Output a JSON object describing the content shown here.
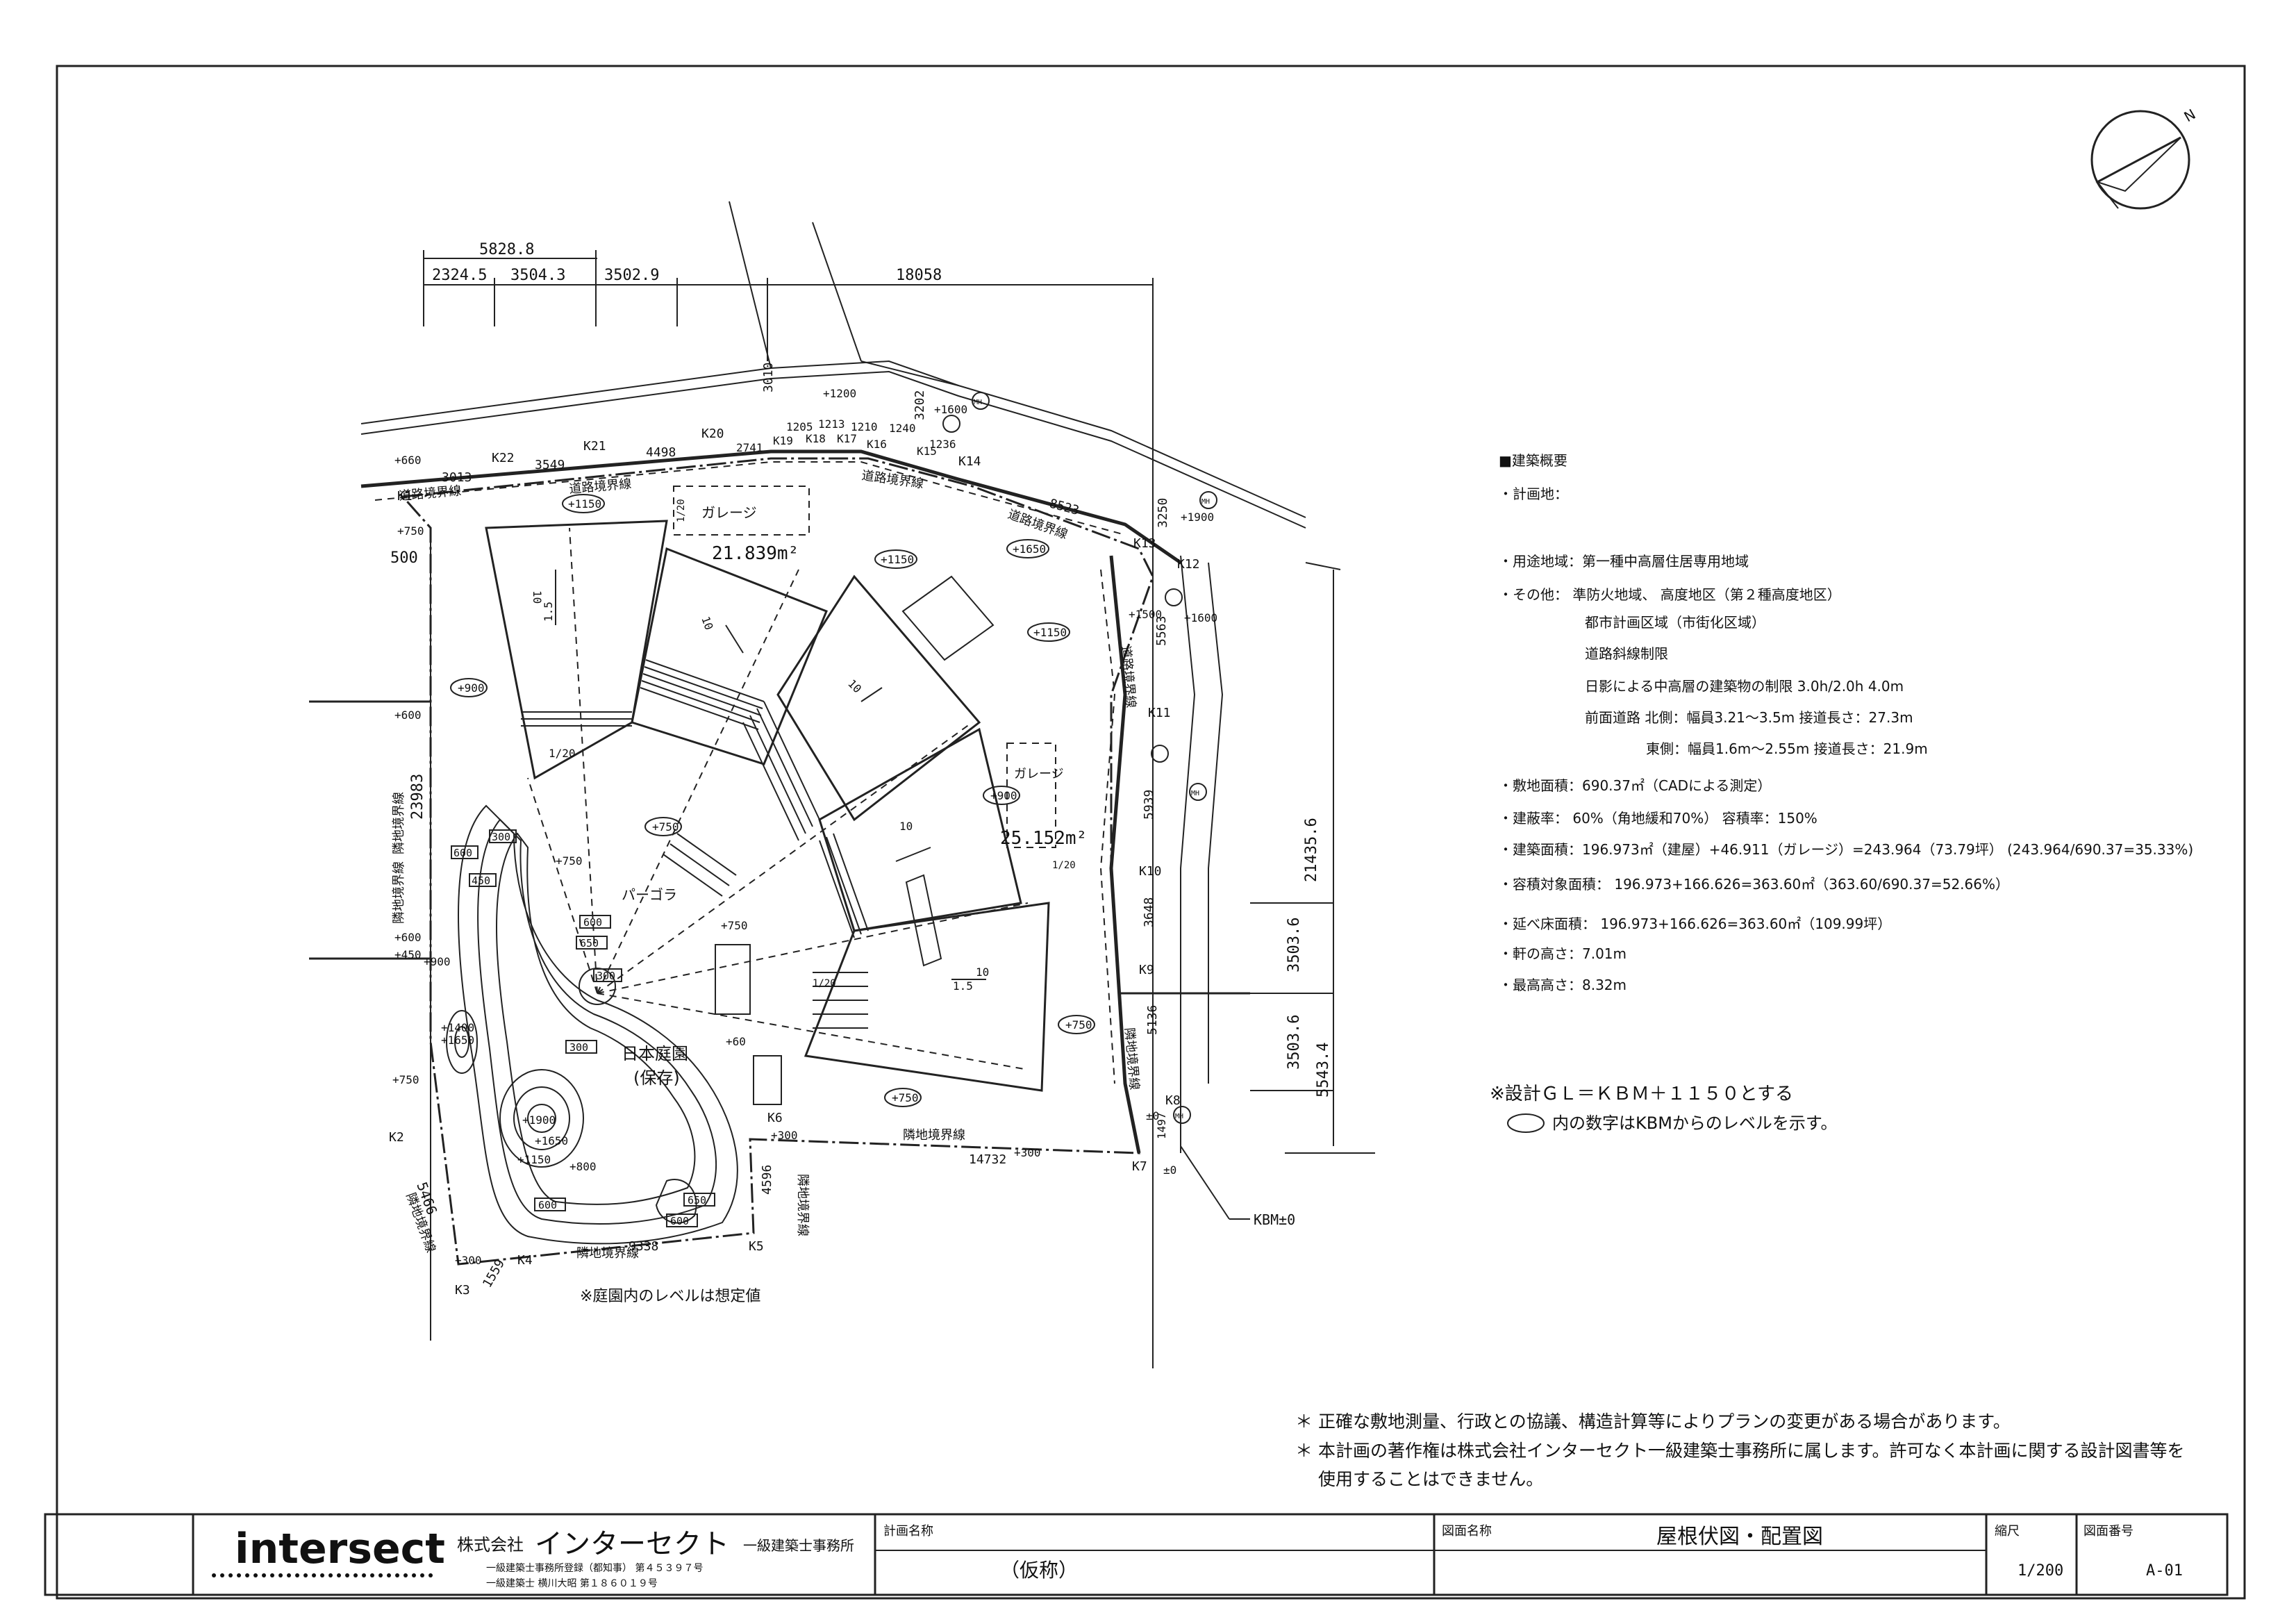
{
  "plan": {
    "dim_top": [
      "5828.8",
      "2324.5",
      "3504.3",
      "3502.9",
      "18058"
    ],
    "dim_right": [
      "21435.6",
      "3503.6",
      "3503.6",
      "5543.4"
    ],
    "dim_left": [
      "23983",
      "500",
      "5466"
    ],
    "road_dims": [
      "3010",
      "3202",
      "3250",
      "5563",
      "5939",
      "3648",
      "5136",
      "1497"
    ],
    "segment_dims": [
      "3013",
      "3549",
      "4498",
      "2741",
      "1205",
      "1213",
      "1210",
      "1240",
      "1236",
      "8523",
      "14732",
      "4596",
      "9338",
      "1559"
    ],
    "points": [
      "K1",
      "K22",
      "K21",
      "K20",
      "K19",
      "K18",
      "K17",
      "K16",
      "K15",
      "K14",
      "K13",
      "K12",
      "K11",
      "K10",
      "K9",
      "K8",
      "K7",
      "K6",
      "K5",
      "K4",
      "K3",
      "K2"
    ],
    "levels": [
      "+1200",
      "+1600",
      "+660",
      "+750",
      "+600",
      "+1900",
      "+1500",
      "+1600",
      "+600",
      "+450",
      "+900",
      "+1400",
      "+1650",
      "+1900",
      "+1650",
      "+1150",
      "+300",
      "+800",
      "+300",
      "±0",
      "±0",
      "+60",
      "+750",
      "+750",
      "+300",
      "+750"
    ],
    "ovals": [
      "+1150",
      "+1150",
      "+1650",
      "+1150",
      "+900",
      "+750",
      "+900",
      "+750",
      "+750"
    ],
    "boxed_levels": [
      "600",
      "300",
      "450",
      "600",
      "650",
      "300",
      "300",
      "600",
      "650",
      "600"
    ],
    "areas": [
      "21.839m²",
      "25.152m²"
    ],
    "slope_texts": [
      "10",
      "1.5",
      "1/20"
    ],
    "labels": {
      "garage1": "ガレージ",
      "garage2": "ガレージ",
      "pergola": "パーゴラ",
      "garden_line1": "日本庭園",
      "garden_line2": "(保存)",
      "garden_note": "※庭園内のレベルは想定値",
      "road_boundary": "道路境界線",
      "neighbor_boundary": "隣地境界線",
      "kbm": "KBM±0",
      "mh": "MH"
    }
  },
  "summary": {
    "heading": "■建築概要",
    "rows": [
      "・計画地：",
      "・用途地域：第一種中高層住居専用地域",
      "・その他：  準防火地域、 高度地区（第２種高度地区）",
      "都市計画区域（市街化区域）",
      "道路斜線制限",
      "日影による中高層の建築物の制限  3.0h/2.0h  4.0m",
      "前面道路  北側：幅員3.21～3.5m    接道長さ：27.3m",
      "東側：幅員1.6m～2.55m    接道長さ：21.9m",
      "・敷地面積：690.37㎡（CADによる測定）",
      "・建蔽率：  60%（角地緩和70%）    容積率：150%",
      "・建築面積：196.973㎡（建屋）+46.911（ガレージ）=243.964（73.79坪） (243.964/690.37=35.33%)",
      "・容積対象面積：  196.973+166.626=363.60㎡（363.60/690.37=52.66%）",
      "・延べ床面積：  196.973+166.626=363.60㎡（109.99坪）",
      "・軒の高さ：7.01m",
      "・最高高さ：8.32m"
    ],
    "note1": "※設計ＧＬ＝ＫＢＭ＋１１５０とする",
    "note2": "内の数字はKBMからのレベルを示す。"
  },
  "disclaimer": {
    "line1": "＊ 正確な敷地測量、行政との協議、構造計算等によりプランの変更がある場合があります。",
    "line2": "＊ 本計画の著作権は株式会社インターセクト一級建築士事務所に属します。許可なく本計画に関する設計図書等を",
    "line3": "使用することはできません。"
  },
  "compass": {
    "label": "N"
  },
  "titleblock": {
    "logo": "intersect",
    "company_prefix": "株式会社",
    "company_name": "インターセクト",
    "company_suffix": "一級建築士事務所",
    "reg1": "一級建築士事務所登録（都知事）  第４５３９７号",
    "reg2": "一級建築士    横川大昭    第１８６０１９号",
    "project_label": "計画名称",
    "project_value": "（仮称）",
    "drawing_label": "図面名称",
    "drawing_value": "屋根伏図・配置図",
    "scale_label": "縮尺",
    "scale_value": "1/200",
    "number_label": "図面番号",
    "number_value": "A-01"
  }
}
